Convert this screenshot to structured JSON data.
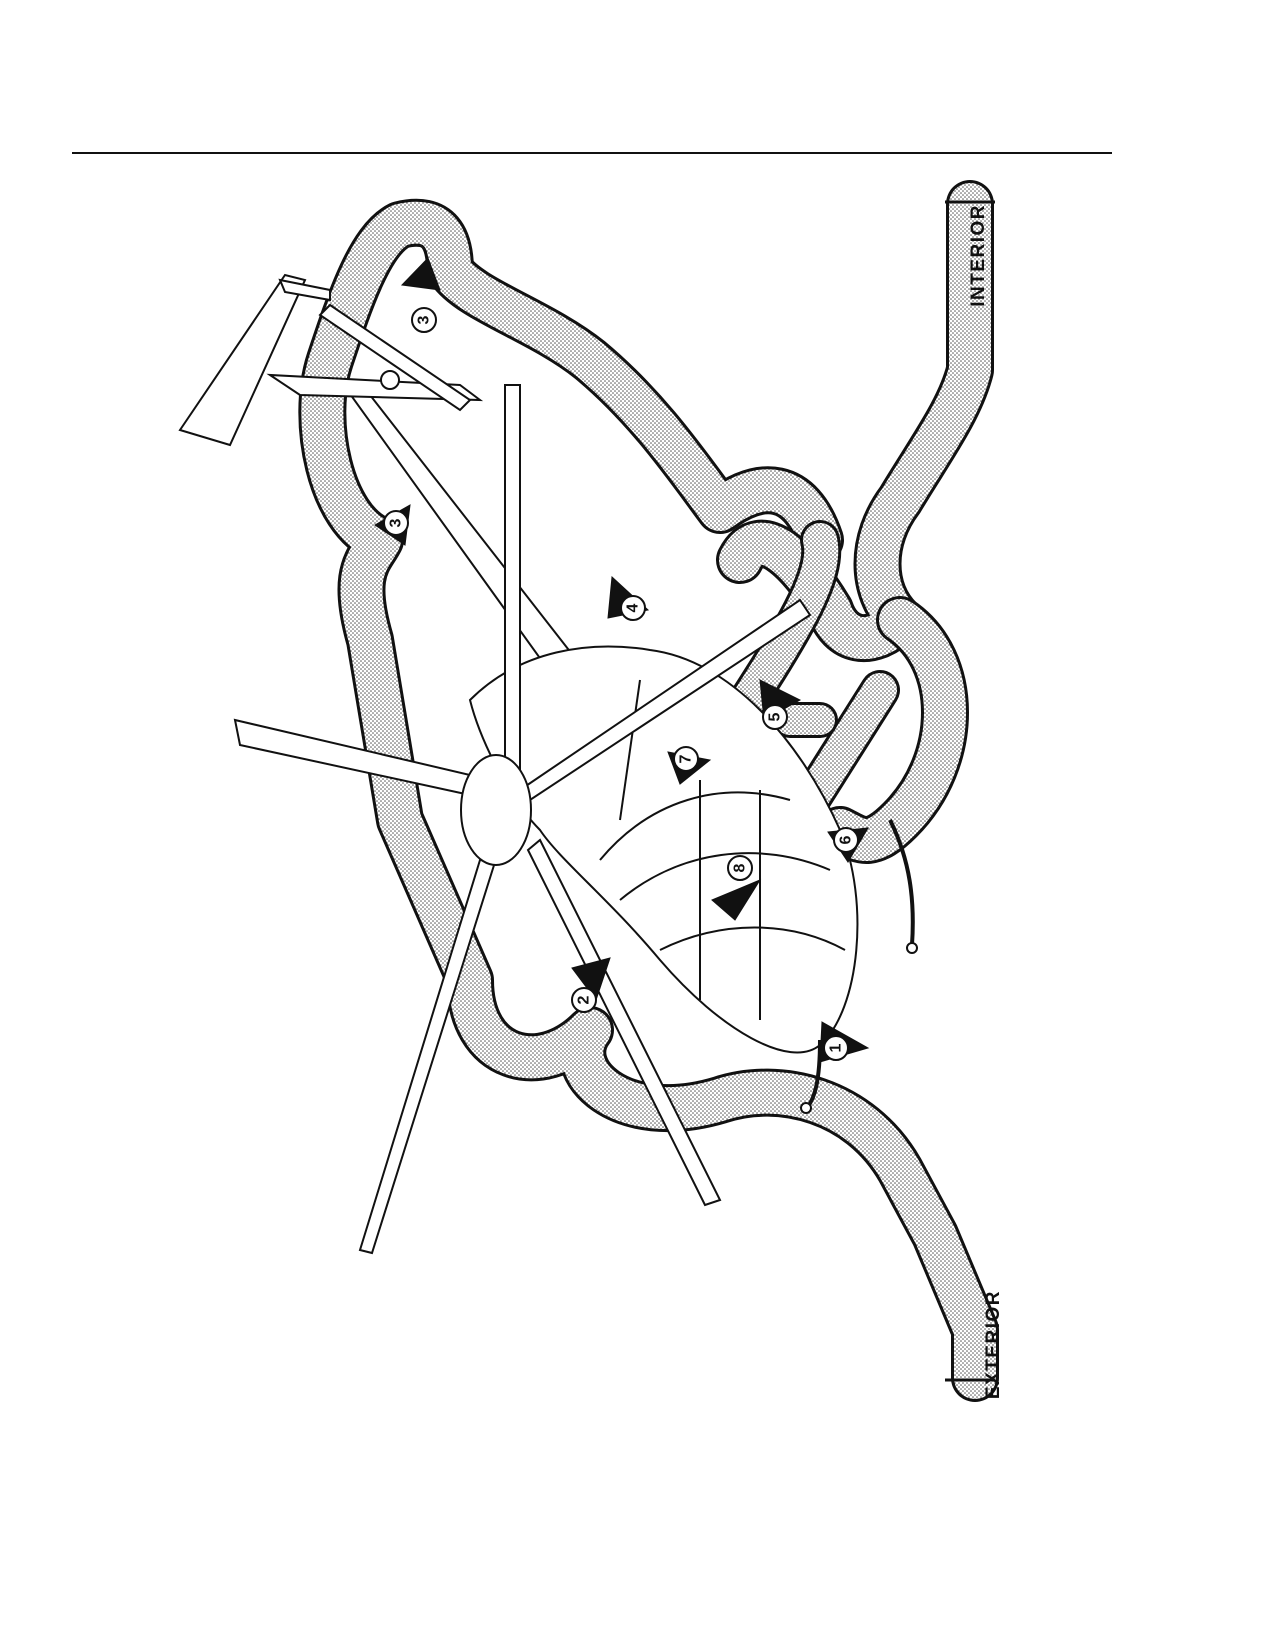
{
  "labels": {
    "interior": "INTERIOR",
    "exterior": "EXTERIOR"
  },
  "steps": [
    "1",
    "2",
    "3",
    "3",
    "4",
    "5",
    "6",
    "7",
    "8"
  ],
  "colors": {
    "ink": "#111111",
    "band_fill": "#d6d6d6"
  }
}
